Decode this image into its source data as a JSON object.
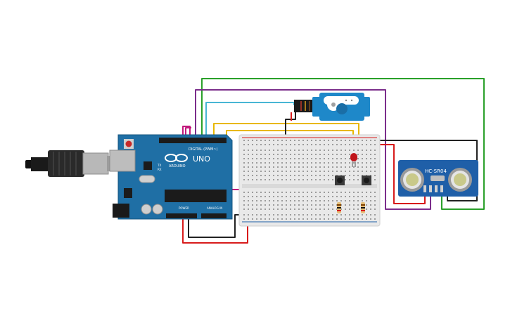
{
  "colors": {
    "background": "#ffffff",
    "arduino_board": "#1f6fa5",
    "arduino_dark": "#15567f",
    "breadboard": "#e9e9e9",
    "servo": "#1e88c9",
    "sensor_board": "#1f5fa8",
    "wire_green": "#2aa02a",
    "wire_purple": "#7b2d8b",
    "wire_cyan": "#48b6d4",
    "wire_yellow": "#e8b800",
    "wire_red": "#d81b1b",
    "wire_black": "#222222",
    "wire_magenta": "#c2187c",
    "led_red": "#c0141a"
  },
  "arduino": {
    "model_label": "UNO",
    "brand_label": "ARDUINO",
    "digital_header": "DIGITAL (PWM~)",
    "power_label": "POWER",
    "analog_label": "ANALOG IN",
    "tx_label": "TX",
    "rx_label": "RX"
  },
  "sensor": {
    "model_label": "HC-SR04"
  },
  "icons": {
    "usb": "usb-cable-icon",
    "servo": "servo-motor-icon",
    "led": "led-icon",
    "ultrasonic": "ultrasonic-sensor-icon"
  }
}
